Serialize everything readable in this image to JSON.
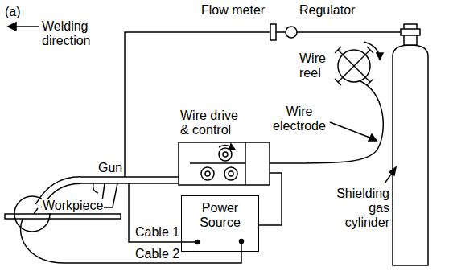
{
  "diagram": {
    "nodes": [
      {
        "text": [
          "Power Source"
        ]
      }
    ],
    "labels": [
      "(a)",
      "Flow meter",
      "Regulator",
      "Wire reel",
      "Wire drive & control",
      "Wire electrode",
      "Welding direction",
      "Gun",
      "Workpiece",
      "Cable 1",
      "Cable 2",
      "Shielding gas cylinder"
    ]
  }
}
